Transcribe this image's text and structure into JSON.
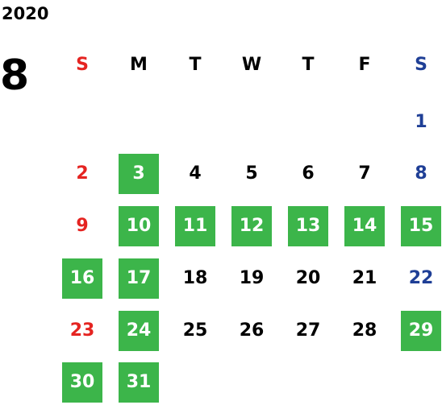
{
  "calendar": {
    "year": "2020",
    "month": "8",
    "weekdays": [
      "S",
      "M",
      "T",
      "W",
      "T",
      "F",
      "S"
    ],
    "colors": {
      "sunday": "#e52421",
      "saturday": "#1f3f96",
      "weekday": "#000000",
      "highlight_bg": "#3cb54a",
      "highlight_text": "#ffffff"
    },
    "weeks": [
      [
        {
          "day": "",
          "highlight": false
        },
        {
          "day": "",
          "highlight": false
        },
        {
          "day": "",
          "highlight": false
        },
        {
          "day": "",
          "highlight": false
        },
        {
          "day": "",
          "highlight": false
        },
        {
          "day": "",
          "highlight": false
        },
        {
          "day": "1",
          "highlight": false
        }
      ],
      [
        {
          "day": "2",
          "highlight": false
        },
        {
          "day": "3",
          "highlight": true
        },
        {
          "day": "4",
          "highlight": false
        },
        {
          "day": "5",
          "highlight": false
        },
        {
          "day": "6",
          "highlight": false
        },
        {
          "day": "7",
          "highlight": false
        },
        {
          "day": "8",
          "highlight": false
        }
      ],
      [
        {
          "day": "9",
          "highlight": false
        },
        {
          "day": "10",
          "highlight": true
        },
        {
          "day": "11",
          "highlight": true
        },
        {
          "day": "12",
          "highlight": true
        },
        {
          "day": "13",
          "highlight": true
        },
        {
          "day": "14",
          "highlight": true
        },
        {
          "day": "15",
          "highlight": true
        }
      ],
      [
        {
          "day": "16",
          "highlight": true
        },
        {
          "day": "17",
          "highlight": true
        },
        {
          "day": "18",
          "highlight": false
        },
        {
          "day": "19",
          "highlight": false
        },
        {
          "day": "20",
          "highlight": false
        },
        {
          "day": "21",
          "highlight": false
        },
        {
          "day": "22",
          "highlight": false
        }
      ],
      [
        {
          "day": "23",
          "highlight": false
        },
        {
          "day": "24",
          "highlight": true
        },
        {
          "day": "25",
          "highlight": false
        },
        {
          "day": "26",
          "highlight": false
        },
        {
          "day": "27",
          "highlight": false
        },
        {
          "day": "28",
          "highlight": false
        },
        {
          "day": "29",
          "highlight": true
        }
      ],
      [
        {
          "day": "30",
          "highlight": true
        },
        {
          "day": "31",
          "highlight": true
        },
        {
          "day": "",
          "highlight": false
        },
        {
          "day": "",
          "highlight": false
        },
        {
          "day": "",
          "highlight": false
        },
        {
          "day": "",
          "highlight": false
        },
        {
          "day": "",
          "highlight": false
        }
      ]
    ]
  }
}
